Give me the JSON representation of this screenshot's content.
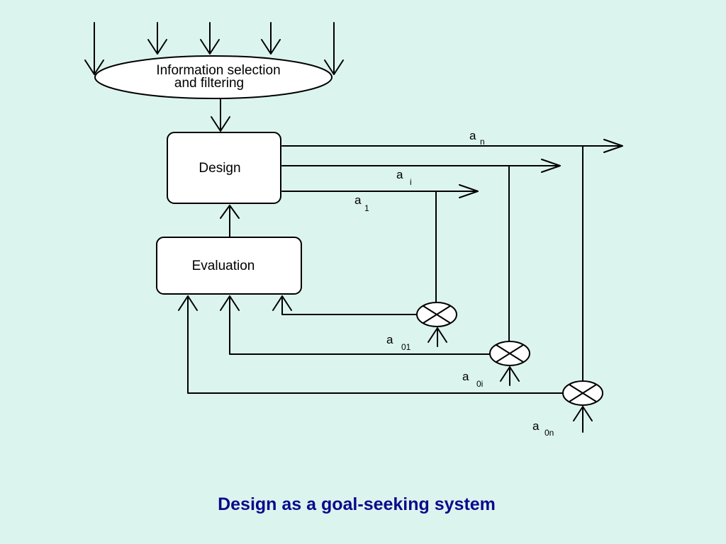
{
  "diagram": {
    "filter_node": {
      "line1": "Information selection",
      "line2": "and filtering"
    },
    "design_node": {
      "label": "Design"
    },
    "evaluation_node": {
      "label": "Evaluation"
    },
    "outputs": [
      {
        "base": "a",
        "sub": "n"
      },
      {
        "base": "a",
        "sub": "i"
      },
      {
        "base": "a",
        "sub": "1"
      }
    ],
    "goals": [
      {
        "base": "a",
        "sub": "01"
      },
      {
        "base": "a",
        "sub": "0i"
      },
      {
        "base": "a",
        "sub": "0n"
      }
    ]
  },
  "caption": "Design as a goal-seeking system"
}
